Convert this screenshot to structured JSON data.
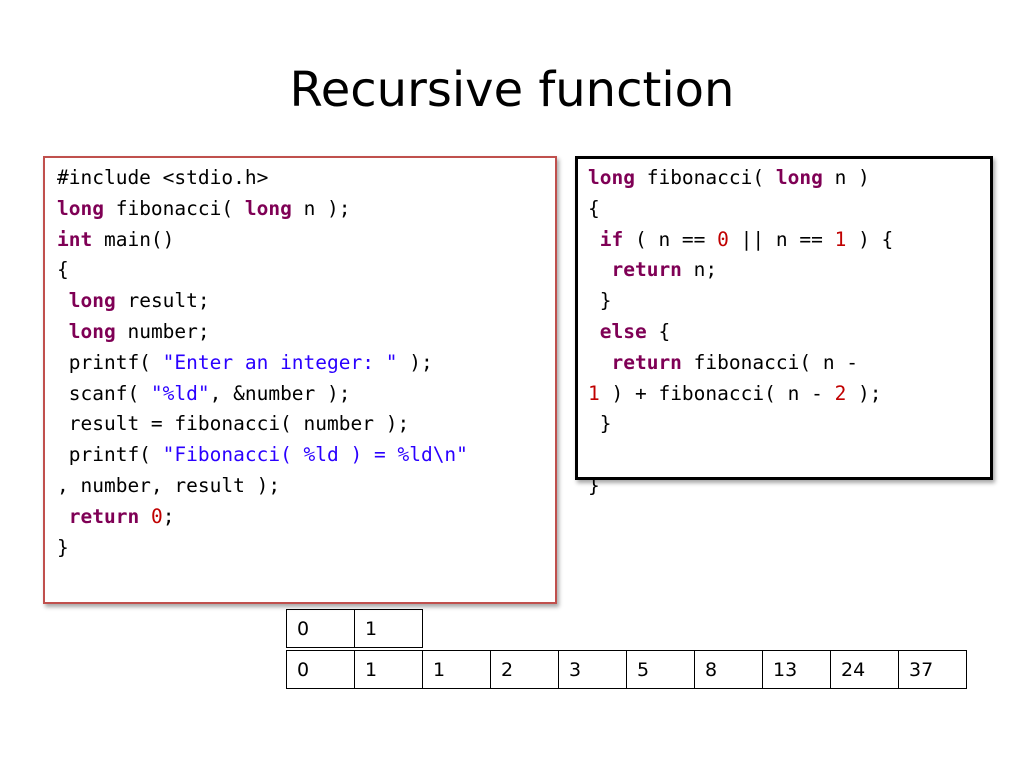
{
  "title": "Recursive function",
  "colors": {
    "keyword": "#7f0055",
    "string": "#2a00ff",
    "number": "#c00000",
    "main_box_border": "#c0504d",
    "fib_box_border": "#000000"
  },
  "main_code": [
    [
      {
        "t": "#include <stdio.h>",
        "c": ""
      }
    ],
    [
      {
        "t": "long",
        "c": "kw"
      },
      {
        "t": " fibonacci( ",
        "c": ""
      },
      {
        "t": "long",
        "c": "kw"
      },
      {
        "t": " n );",
        "c": ""
      }
    ],
    [
      {
        "t": "int",
        "c": "kw"
      },
      {
        "t": " main()",
        "c": ""
      }
    ],
    [
      {
        "t": "{",
        "c": ""
      }
    ],
    [
      {
        "t": " ",
        "c": ""
      },
      {
        "t": "long",
        "c": "kw"
      },
      {
        "t": " result;",
        "c": ""
      }
    ],
    [
      {
        "t": " ",
        "c": ""
      },
      {
        "t": "long",
        "c": "kw"
      },
      {
        "t": " number;",
        "c": ""
      }
    ],
    [
      {
        "t": " printf( ",
        "c": ""
      },
      {
        "t": "\"Enter an integer: \"",
        "c": "str"
      },
      {
        "t": " );",
        "c": ""
      }
    ],
    [
      {
        "t": " scanf( ",
        "c": ""
      },
      {
        "t": "\"%ld\"",
        "c": "str"
      },
      {
        "t": ", &number );",
        "c": ""
      }
    ],
    [
      {
        "t": " result = fibonacci( number );",
        "c": ""
      }
    ],
    [
      {
        "t": " printf( ",
        "c": ""
      },
      {
        "t": "\"Fibonacci( %ld ) = %ld\\n\"",
        "c": "str"
      }
    ],
    [
      {
        "t": ", number, result );",
        "c": ""
      }
    ],
    [
      {
        "t": " ",
        "c": ""
      },
      {
        "t": "return",
        "c": "kw"
      },
      {
        "t": " ",
        "c": ""
      },
      {
        "t": "0",
        "c": "num"
      },
      {
        "t": ";",
        "c": ""
      }
    ],
    [
      {
        "t": "}",
        "c": ""
      }
    ]
  ],
  "fib_code": [
    [
      {
        "t": "long",
        "c": "kw"
      },
      {
        "t": " fibonacci( ",
        "c": ""
      },
      {
        "t": "long",
        "c": "kw"
      },
      {
        "t": " n )",
        "c": ""
      }
    ],
    [
      {
        "t": "{",
        "c": ""
      }
    ],
    [
      {
        "t": " ",
        "c": ""
      },
      {
        "t": "if",
        "c": "kw"
      },
      {
        "t": " ( n == ",
        "c": ""
      },
      {
        "t": "0",
        "c": "num"
      },
      {
        "t": " || n == ",
        "c": ""
      },
      {
        "t": "1",
        "c": "num"
      },
      {
        "t": " ) {",
        "c": ""
      }
    ],
    [
      {
        "t": "  ",
        "c": ""
      },
      {
        "t": "return",
        "c": "kw"
      },
      {
        "t": " n;",
        "c": ""
      }
    ],
    [
      {
        "t": " }",
        "c": ""
      }
    ],
    [
      {
        "t": " ",
        "c": ""
      },
      {
        "t": "else",
        "c": "kw"
      },
      {
        "t": " {",
        "c": ""
      }
    ],
    [
      {
        "t": "  ",
        "c": ""
      },
      {
        "t": "return",
        "c": "kw"
      },
      {
        "t": " fibonacci( n -",
        "c": ""
      }
    ],
    [
      {
        "t": "1",
        "c": "num"
      },
      {
        "t": " ) + fibonacci( n - ",
        "c": ""
      },
      {
        "t": "2",
        "c": "num"
      },
      {
        "t": " );",
        "c": ""
      }
    ],
    [
      {
        "t": " }",
        "c": ""
      }
    ],
    [
      {
        "t": "",
        "c": ""
      }
    ],
    [
      {
        "t": "}",
        "c": ""
      }
    ]
  ],
  "table_top_row": [
    "0",
    "1"
  ],
  "table_bottom_row": [
    "0",
    "1",
    "1",
    "2",
    "3",
    "5",
    "8",
    "13",
    "24",
    "37"
  ]
}
